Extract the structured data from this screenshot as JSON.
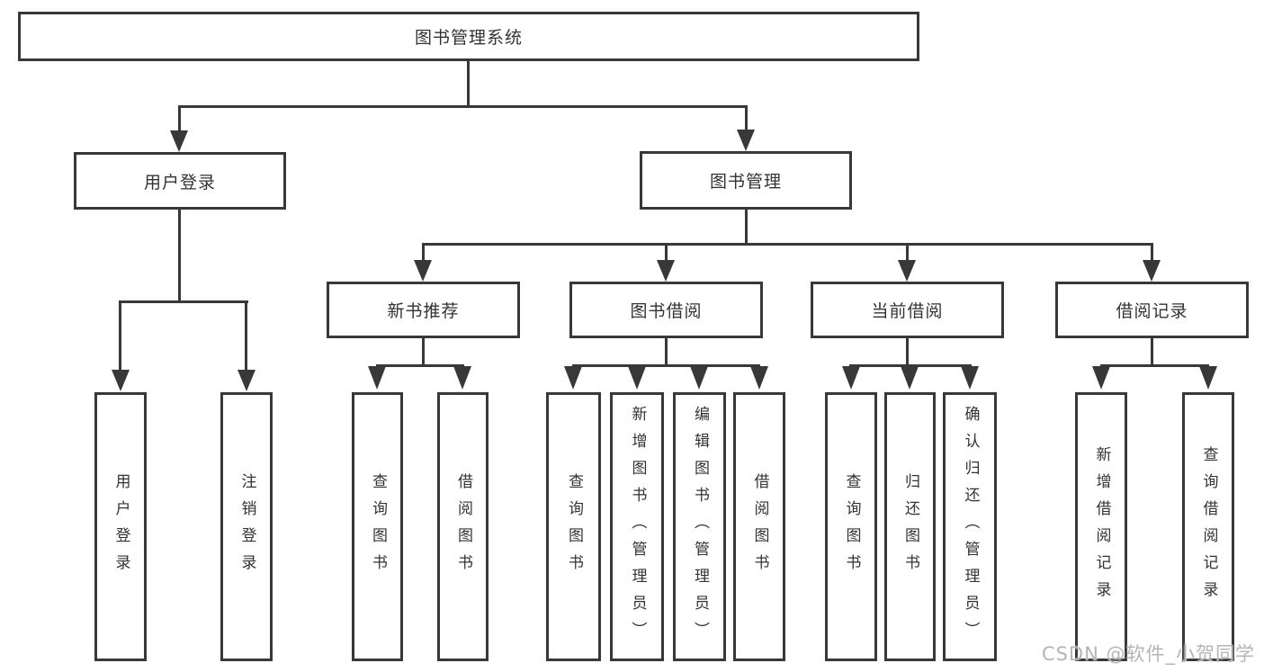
{
  "diagram": {
    "title": "图书管理系统",
    "level2": [
      {
        "label": "用户登录"
      },
      {
        "label": "图书管理"
      }
    ],
    "level3": [
      {
        "label": "新书推荐"
      },
      {
        "label": "图书借阅"
      },
      {
        "label": "当前借阅"
      },
      {
        "label": "借阅记录"
      }
    ],
    "leaves": {
      "user_login": [
        {
          "label": "用户登录"
        },
        {
          "label": "注销登录"
        }
      ],
      "new_book": [
        {
          "label": "查询图书"
        },
        {
          "label": "借阅图书"
        }
      ],
      "book_borrow": [
        {
          "label": "查询图书"
        },
        {
          "label": "新增图书（管理员）"
        },
        {
          "label": "编辑图书（管理员）"
        },
        {
          "label": "借阅图书"
        }
      ],
      "current_borrow": [
        {
          "label": "查询图书"
        },
        {
          "label": "归还图书"
        },
        {
          "label": "确认归还（管理员）"
        }
      ],
      "borrow_record": [
        {
          "label": "新增借阅记录"
        },
        {
          "label": "查询借阅记录"
        }
      ]
    },
    "watermark": "CSDN @软件_小贺同学",
    "colors": {
      "line": "#383838",
      "text": "#333333",
      "watermark": "#b5b5b5",
      "background": "#ffffff"
    }
  }
}
